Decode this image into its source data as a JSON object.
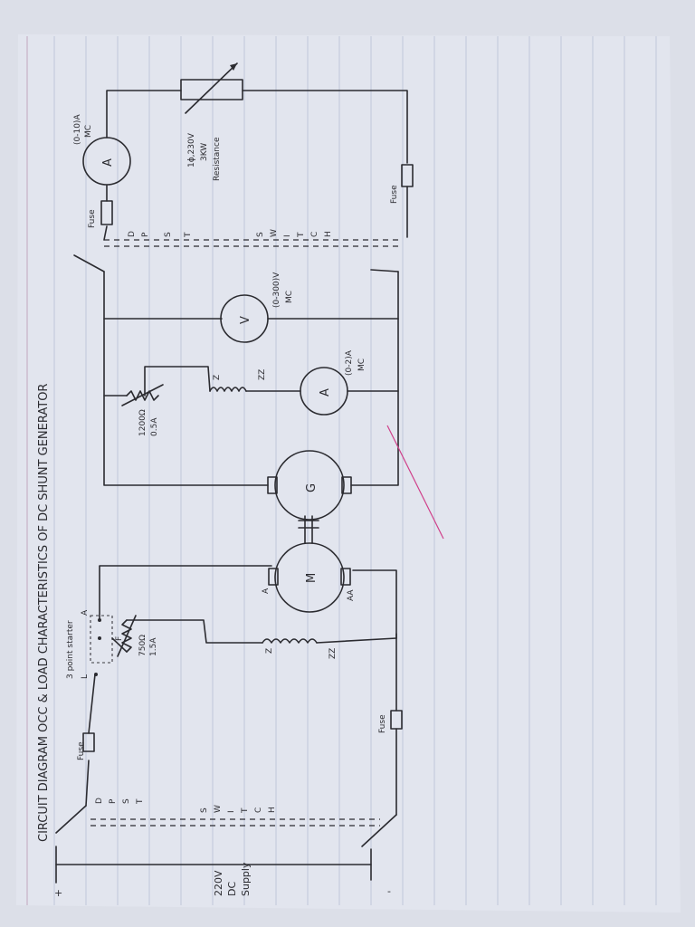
{
  "title": {
    "circuit_diagram": "CIRCUIT DIAGRAM OCC & LOAD CHARACTERISTICS OF DC SHUNT GENERATOR"
  },
  "supply": {
    "voltage": "220V",
    "type": "DC",
    "word": "Supply",
    "plus": "+",
    "minus": "-"
  },
  "switches": {
    "dpst_letters": [
      "D",
      "P",
      "S",
      "T"
    ],
    "switch_letters": [
      "S",
      "W",
      "I",
      "T",
      "C",
      "H"
    ]
  },
  "fuse_label": "Fuse",
  "starter": {
    "label": "3 point starter",
    "terminals": {
      "l": "L",
      "a": "A",
      "f": "F"
    }
  },
  "motor": {
    "symbol": "M",
    "rheostat_rating_1": "750Ω",
    "rheostat_rating_2": "1.5A",
    "terminal_a": "A",
    "terminal_aa": "AA",
    "terminal_z": "Z",
    "terminal_zz": "ZZ"
  },
  "generator": {
    "symbol": "G",
    "rheostat_rating_1": "1200Ω",
    "rheostat_rating_2": "0.5A",
    "terminal_z": "Z",
    "terminal_zz": "ZZ"
  },
  "meters": {
    "field_ammeter": {
      "symbol": "A",
      "range": "(0-2)A",
      "type": "MC"
    },
    "voltmeter": {
      "symbol": "V",
      "range": "(0-300)V",
      "type": "MC"
    },
    "load_ammeter": {
      "symbol": "A",
      "range": "(0-10)A",
      "type": "MC"
    }
  },
  "load": {
    "line1": "1ϕ,230V",
    "line2": "3KW",
    "line3": "Resistance"
  }
}
